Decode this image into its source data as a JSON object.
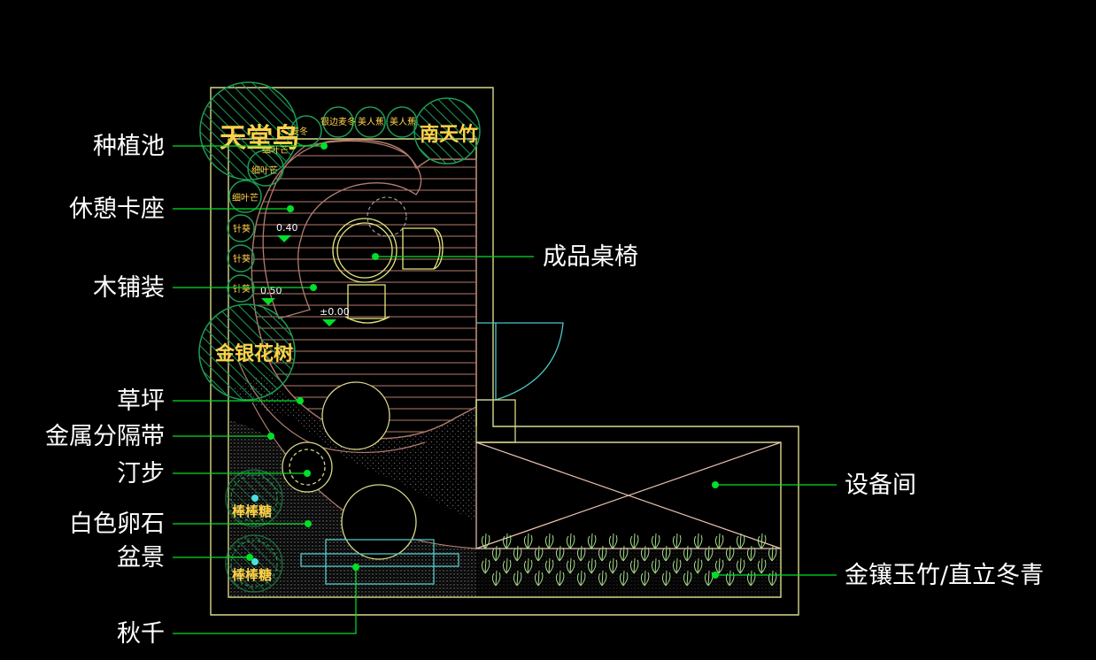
{
  "colors": {
    "background": "#000000",
    "outline": "#d8d88a",
    "tree_hatch": "#1f9c55",
    "deck": "#b27c6e",
    "leader": "#00e028",
    "furniture": "#e6e680",
    "equipment": "#e9c2b0",
    "window": "#4ac6c6",
    "shrub": "#a8e08a",
    "plant_text": "#ffd24a"
  },
  "labels_left": [
    {
      "id": "planting-pool",
      "text": "种植池"
    },
    {
      "id": "lounge-seat",
      "text": "休憩卡座"
    },
    {
      "id": "wood-deck",
      "text": "木铺装"
    },
    {
      "id": "lawn",
      "text": "草坪"
    },
    {
      "id": "metal-strip",
      "text": "金属分隔带"
    },
    {
      "id": "stepping-stone",
      "text": "汀步"
    },
    {
      "id": "white-pebble",
      "text": "白色卵石"
    },
    {
      "id": "bonsai",
      "text": "盆景"
    },
    {
      "id": "swing",
      "text": "秋千"
    }
  ],
  "labels_right": [
    {
      "id": "furniture",
      "text": "成品桌椅"
    },
    {
      "id": "equipment-room",
      "text": "设备间"
    },
    {
      "id": "bamboo",
      "text": "金镶玉竹/直立冬青"
    }
  ],
  "plants": {
    "paradise_bird": "天堂鸟",
    "bamboo_tree": "南天竹",
    "osmanthus": "金银花树",
    "stick1": "棒棒糖",
    "stick2": "棒棒糖",
    "fine_leaf_1": "细叶芒",
    "fine_leaf_2": "细叶芒",
    "fine_leaf_3": "细叶芒",
    "top_1": "银边麦冬",
    "top_2": "美人蕉",
    "top_3": "美人蕉",
    "left_seq": [
      "针葵",
      "针葵",
      "针葵"
    ],
    "stray": "麦冬"
  },
  "elevations": {
    "e1": "0.40",
    "e2": "0.50",
    "e3": "±0.00"
  }
}
